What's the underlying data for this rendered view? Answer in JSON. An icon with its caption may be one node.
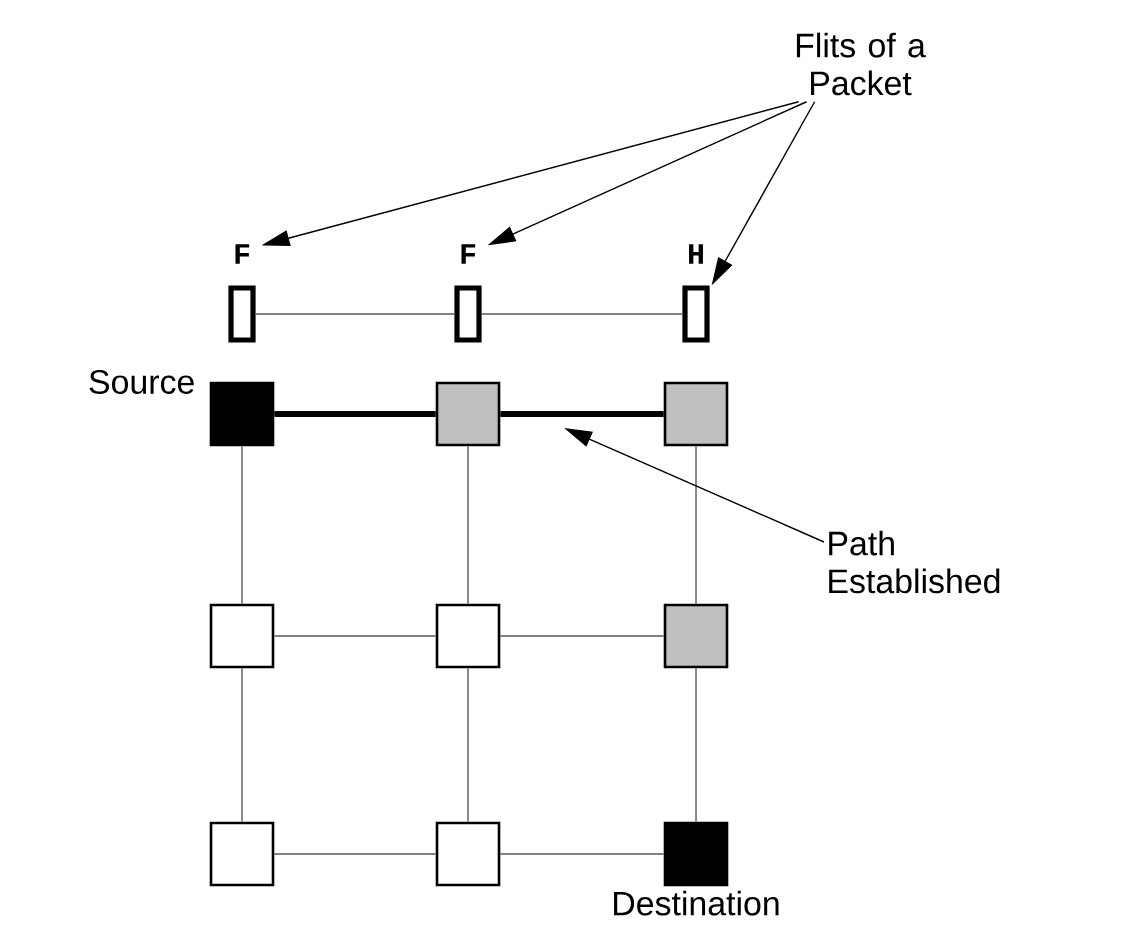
{
  "diagram": {
    "nodes": [
      {
        "text": [
          "Flits of a Packet"
        ]
      },
      {
        "text": [
          "F"
        ]
      },
      {
        "text": [
          "F"
        ]
      },
      {
        "text": [
          "H"
        ]
      },
      {
        "text": [],
        "shape": "box",
        "beside": [
          "Source"
        ]
      },
      {
        "text": [],
        "shape": "box"
      },
      {
        "text": [],
        "shape": "box"
      },
      {
        "text": [],
        "shape": "box"
      },
      {
        "text": [],
        "shape": "box"
      },
      {
        "text": [],
        "shape": "box"
      },
      {
        "text": [],
        "shape": "box"
      },
      {
        "text": [],
        "shape": "box"
      },
      {
        "text": [],
        "shape": "box",
        "beside": [
          "Destination"
        ]
      },
      {
        "text": [
          "Path Established"
        ]
      }
    ],
    "edges": [
      {
        "from": 0,
        "to": 1,
        "arrow": "to"
      },
      {
        "from": 0,
        "to": 2,
        "arrow": "to"
      },
      {
        "from": 0,
        "to": 3,
        "arrow": "to"
      },
      {
        "from": 1,
        "to": 2,
        "arrow": "none"
      },
      {
        "from": 2,
        "to": 3,
        "arrow": "none"
      },
      {
        "from": 4,
        "to": 5,
        "arrow": "none",
        "style": "thick"
      },
      {
        "from": 5,
        "to": 6,
        "arrow": "none",
        "style": "thick"
      },
      {
        "from": 4,
        "to": 7,
        "arrow": "none"
      },
      {
        "from": 5,
        "to": 8,
        "arrow": "none"
      },
      {
        "from": 6,
        "to": 9,
        "arrow": "none"
      },
      {
        "from": 7,
        "to": 8,
        "arrow": "none"
      },
      {
        "from": 8,
        "to": 9,
        "arrow": "none"
      },
      {
        "from": 7,
        "to": 10,
        "arrow": "none"
      },
      {
        "from": 8,
        "to": 11,
        "arrow": "none"
      },
      {
        "from": 9,
        "to": 12,
        "arrow": "none"
      },
      {
        "from": 10,
        "to": 11,
        "arrow": "none"
      },
      {
        "from": 11,
        "to": 12,
        "arrow": "none"
      },
      {
        "from": 13,
        "to": null,
        "arrow": "to"
      }
    ]
  }
}
